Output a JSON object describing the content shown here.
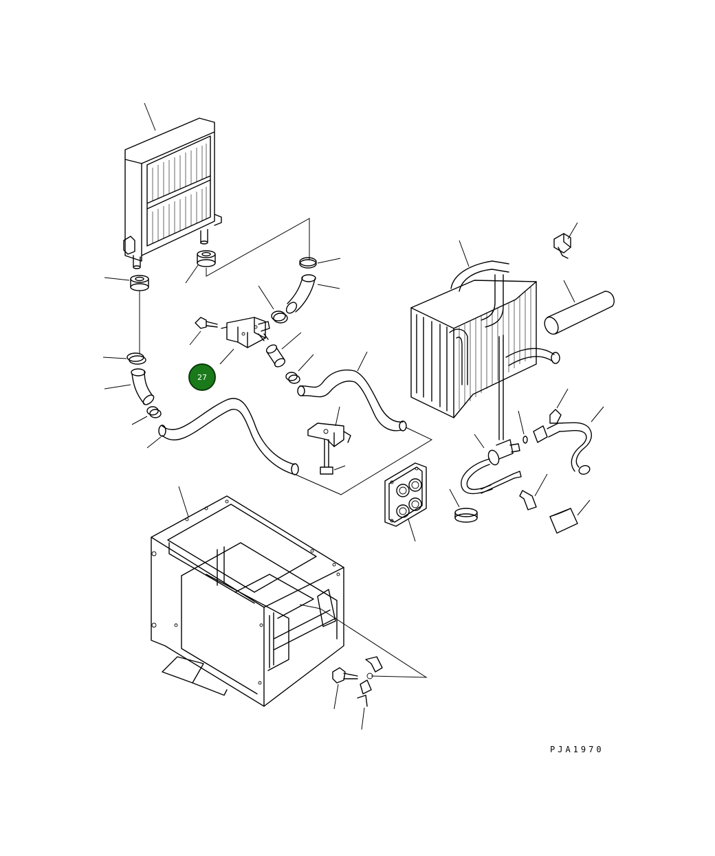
{
  "drawing": {
    "id": "PJA1970"
  },
  "callouts": [
    {
      "label": "27",
      "color": "#1a7a1a",
      "border": "#0a3a0a"
    }
  ],
  "parts": [
    "heater-core",
    "grommet",
    "hose-clamp",
    "elbow-hose",
    "valve-bracket",
    "bolt",
    "heater-hose",
    "pipe-bracket",
    "evaporator-core",
    "expansion-valve",
    "o-ring",
    "receiver-pipe",
    "pipe-clamp",
    "insulation-sleeve",
    "grommet-plate",
    "heater-case"
  ]
}
